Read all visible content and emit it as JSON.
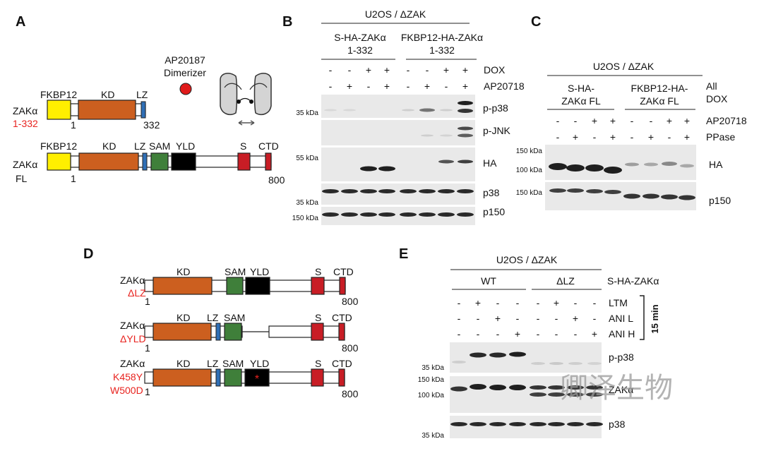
{
  "colors": {
    "fkbp": "#ffef00",
    "kd": "#cc5f1f",
    "lz": "#2f6fb6",
    "sam": "#3f7f3a",
    "yld": "#000000",
    "s": "#c81d25",
    "ctd": "#c81d25",
    "dimerizer": "#e01b1b",
    "mutant_text": "#e8231f",
    "blot_bg": "#e9e9e9"
  },
  "panels": {
    "A": {
      "letter": "A",
      "dimerizer_line1": "AP20187",
      "dimerizer_line2": "Dimerizer",
      "constructs": [
        {
          "name": "ZAKα",
          "sub": "1-332",
          "start": "1",
          "end": "332",
          "domain_labels": [
            "FKBP12",
            "KD",
            "LZ"
          ]
        },
        {
          "name": "ZAKα",
          "sub": "FL",
          "start": "1",
          "end": "800",
          "domain_labels": [
            "FKBP12",
            "KD",
            "LZ",
            "SAM",
            "YLD",
            "S",
            "CTD"
          ]
        }
      ]
    },
    "B": {
      "letter": "B",
      "title": "U2OS / ΔZAK",
      "group1": [
        "S-HA-ZAKα",
        "1-332"
      ],
      "group2": [
        "FKBP12-HA-ZAKα",
        "1-332"
      ],
      "rows": [
        {
          "label": "DOX",
          "values": [
            "-",
            "-",
            "+",
            "+",
            "-",
            "-",
            "+",
            "+"
          ]
        },
        {
          "label": "AP20718",
          "values": [
            "-",
            "+",
            "-",
            "+",
            "-",
            "+",
            "-",
            "+"
          ]
        }
      ],
      "blots": [
        {
          "label": "p-p38",
          "marker": "35 kDa"
        },
        {
          "label": "p-JNK",
          "marker": ""
        },
        {
          "label": "HA",
          "marker": "55 kDa"
        },
        {
          "label": "p38",
          "marker": "35 kDa"
        },
        {
          "label": "p150",
          "marker": "150 kDa"
        }
      ]
    },
    "C": {
      "letter": "C",
      "title": "U2OS / ΔZAK",
      "group1": [
        "S-HA-",
        "ZAKα FL"
      ],
      "group2": [
        "FKBP12-HA-",
        "ZAKα FL"
      ],
      "all_label": "All",
      "dox_label": "DOX",
      "rows": [
        {
          "label": "AP20718",
          "values": [
            "-",
            "-",
            "+",
            "+",
            "-",
            "-",
            "+",
            "+"
          ]
        },
        {
          "label": "PPase",
          "values": [
            "-",
            "+",
            "-",
            "+",
            "-",
            "+",
            "-",
            "+"
          ]
        }
      ],
      "blots": [
        {
          "label": "HA",
          "markers": [
            "150 kDa",
            "100 kDa"
          ]
        },
        {
          "label": "p150",
          "markers": [
            "150 kDa"
          ]
        }
      ]
    },
    "D": {
      "letter": "D",
      "constructs": [
        {
          "name": "ZAKα",
          "sub": [
            "ΔLZ"
          ],
          "start": "1",
          "end": "800",
          "domain_labels": [
            "KD",
            "SAM",
            "YLD",
            "S",
            "CTD"
          ]
        },
        {
          "name": "ZAKα",
          "sub": [
            "ΔYLD"
          ],
          "start": "1",
          "end": "800",
          "domain_labels": [
            "KD",
            "LZ",
            "SAM",
            "S",
            "CTD"
          ]
        },
        {
          "name": "ZAKα",
          "sub": [
            "K458Y",
            "W500D"
          ],
          "start": "1",
          "end": "800",
          "domain_labels": [
            "KD",
            "LZ",
            "SAM",
            "YLD",
            "S",
            "CTD"
          ],
          "mark": "*"
        }
      ]
    },
    "E": {
      "letter": "E",
      "title": "U2OS / ΔZAK",
      "group1": "WT",
      "group2": "ΔLZ",
      "construct_label": "S-HA-ZAKα",
      "time_label": "15 min",
      "rows": [
        {
          "label": "LTM",
          "values": [
            "-",
            "+",
            "-",
            "-",
            "-",
            "+",
            "-",
            "-"
          ]
        },
        {
          "label": "ANI L",
          "values": [
            "-",
            "-",
            "+",
            "-",
            "-",
            "-",
            "+",
            "-"
          ]
        },
        {
          "label": "ANI H",
          "values": [
            "-",
            "-",
            "-",
            "+",
            "-",
            "-",
            "-",
            "+"
          ]
        }
      ],
      "blots": [
        {
          "label": "p-p38",
          "markers": [
            "35 kDa"
          ]
        },
        {
          "label": "ZAKα",
          "markers": [
            "150 kDa",
            "100 kDa"
          ]
        },
        {
          "label": "p38",
          "markers": [
            "35 kDa"
          ]
        }
      ]
    }
  },
  "watermark": "卿泽生物"
}
